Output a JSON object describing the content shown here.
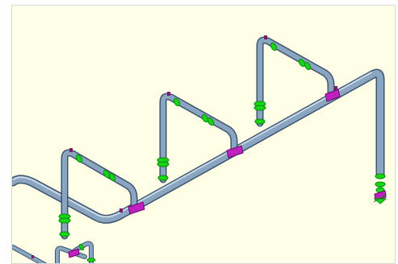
{
  "scene": {
    "background": "#ffffe8",
    "pipe_color": "#8aa5bf",
    "pipe_outline": "#3d5470",
    "flange_color": "#17d617",
    "support_color": "#c020c0",
    "stub_color": "#7a1a6a"
  },
  "components": {
    "main_header": "pipe",
    "expansion_loops": 3,
    "flanged_joints": "flange",
    "pipe_supports": "support",
    "drain_outlet": "vertical-drop"
  }
}
